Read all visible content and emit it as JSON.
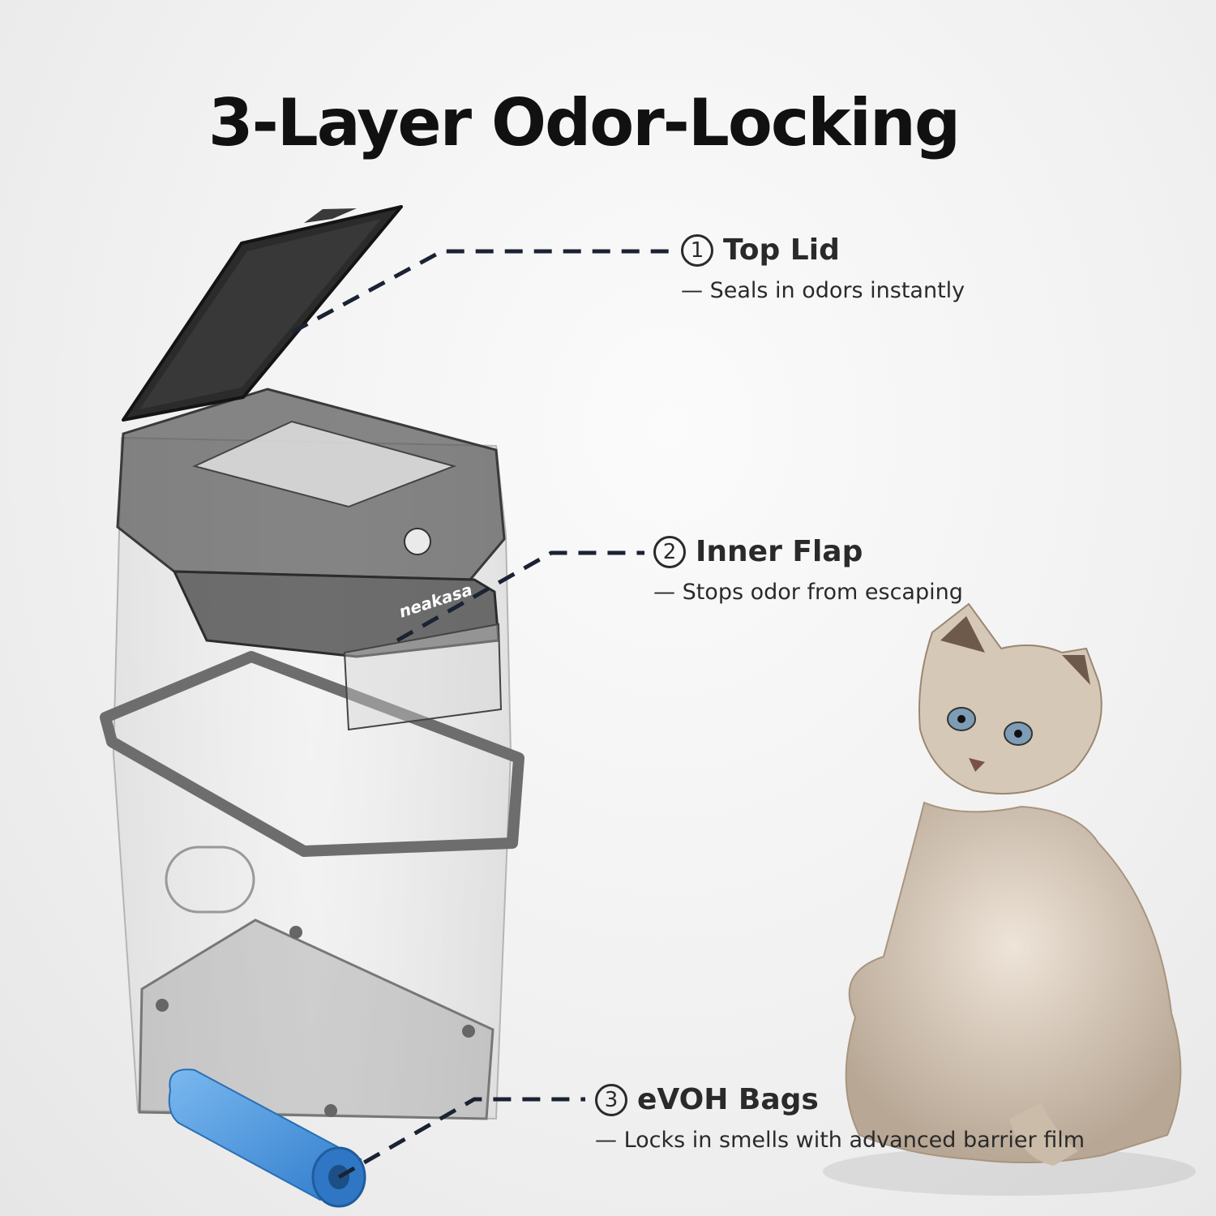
{
  "title": "3-Layer Odor-Locking",
  "brand": "neakasa",
  "features": [
    {
      "number": "1",
      "name": "Top Lid",
      "description": "— Seals in odors instantly"
    },
    {
      "number": "2",
      "name": "Inner Flap",
      "description": "— Stops odor from escaping"
    },
    {
      "number": "3",
      "name": "eVOH Bags",
      "description": "— Locks in smells with advanced barrier film"
    }
  ],
  "colors": {
    "title": "#111111",
    "lid": "#2b2b2b",
    "bag": "#3f8fd9",
    "cat": "#c9b9a6"
  }
}
